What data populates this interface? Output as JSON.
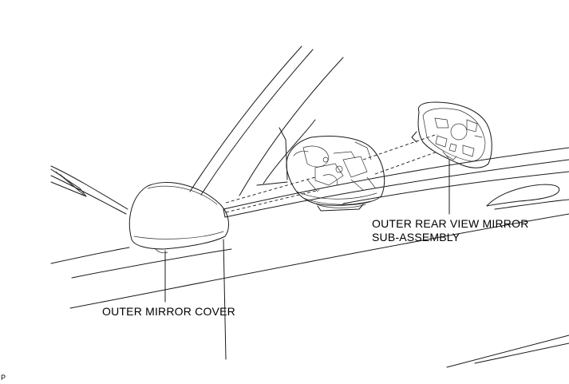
{
  "labels": {
    "outer_mirror_cover": "OUTER MIRROR COVER",
    "outer_rear_view_mirror_line1": "OUTER REAR VIEW MIRROR",
    "outer_rear_view_mirror_line2": "SUB-ASSEMBLY"
  },
  "figure_code": "P"
}
